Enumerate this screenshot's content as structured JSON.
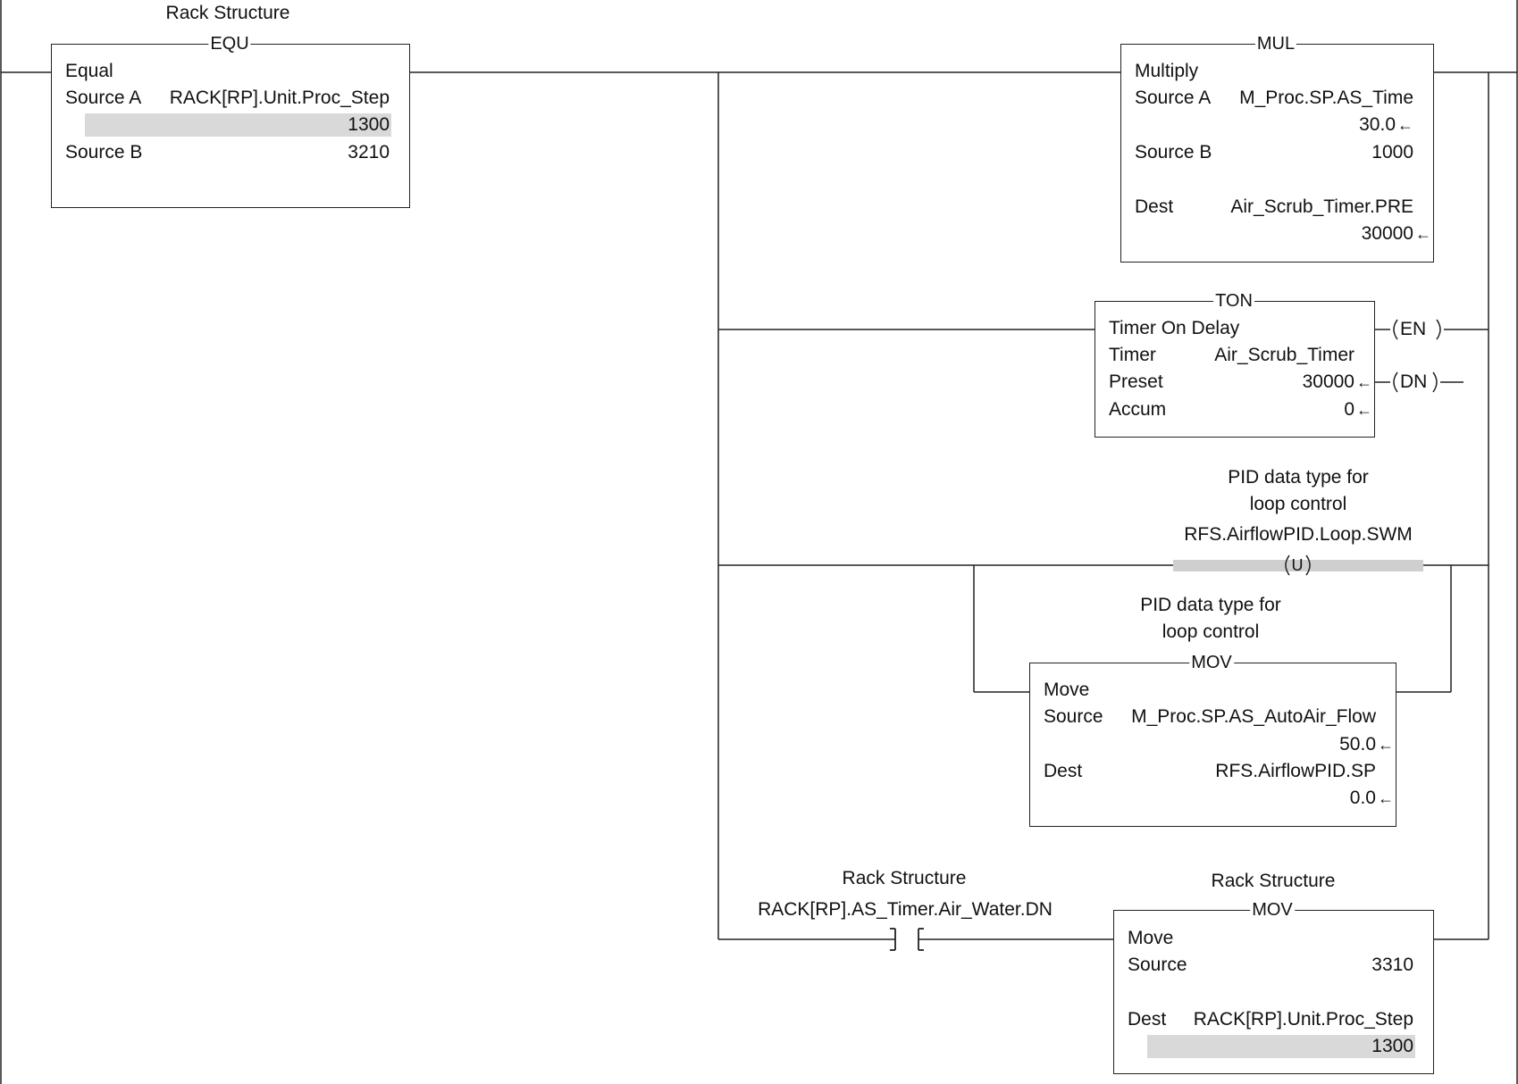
{
  "equ": {
    "description": "Rack Structure",
    "type": "EQU",
    "name": "Equal",
    "source_a_label": "Source A",
    "source_a_tag": "RACK[RP].Unit.Proc_Step",
    "source_a_value": "1300",
    "source_b_label": "Source B",
    "source_b_value": "3210"
  },
  "mul": {
    "type": "MUL",
    "name": "Multiply",
    "source_a_label": "Source A",
    "source_a_tag": "M_Proc.SP.AS_Time",
    "source_a_value": "30.0",
    "source_b_label": "Source B",
    "source_b_value": "1000",
    "dest_label": "Dest",
    "dest_tag": "Air_Scrub_Timer.PRE",
    "dest_value": "30000"
  },
  "ton": {
    "type": "TON",
    "name": "Timer On Delay",
    "timer_label": "Timer",
    "timer_tag": "Air_Scrub_Timer",
    "preset_label": "Preset",
    "preset_value": "30000",
    "accum_label": "Accum",
    "accum_value": "0",
    "en_label": "EN",
    "dn_label": "DN"
  },
  "otu": {
    "description_line1": "PID data type for",
    "description_line2": "loop control",
    "tag": "RFS.AirflowPID.Loop.SWM",
    "symbol": "U"
  },
  "mov1": {
    "description_line1": "PID data type for",
    "description_line2": "loop control",
    "type": "MOV",
    "name": "Move",
    "source_label": "Source",
    "source_tag": "M_Proc.SP.AS_AutoAir_Flow",
    "source_value": "50.0",
    "dest_label": "Dest",
    "dest_tag": "RFS.AirflowPID.SP",
    "dest_value": "0.0"
  },
  "xic": {
    "description": "Rack Structure",
    "tag": "RACK[RP].AS_Timer.Air_Water.DN"
  },
  "mov2": {
    "description": "Rack Structure",
    "type": "MOV",
    "name": "Move",
    "source_label": "Source",
    "source_value": "3310",
    "dest_label": "Dest",
    "dest_tag": "RACK[RP].Unit.Proc_Step",
    "dest_value": "1300"
  },
  "arrow_glyph": "←"
}
